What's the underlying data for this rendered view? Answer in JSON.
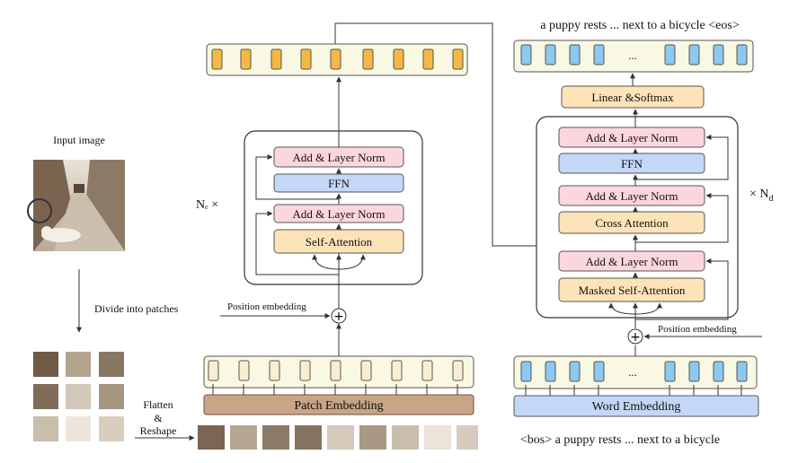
{
  "input_image_label": "Input image",
  "divide_label": "Divide into patches",
  "flatten_label_1": "Flatten",
  "flatten_label_2": "&",
  "flatten_label_3": "Reshape",
  "patch_embedding_label": "Patch Embedding",
  "position_embedding_left": "Position embedding",
  "position_embedding_right": "Position embedding",
  "encoder": {
    "repeat_label": "Nₑ ×",
    "add_norm_top": "Add & Layer Norm",
    "ffn": "FFN",
    "add_norm_bottom": "Add & Layer Norm",
    "self_attention": "Self-Attention"
  },
  "decoder": {
    "repeat_label": "× N",
    "repeat_sub": "d",
    "add_norm_1": "Add & Layer Norm",
    "ffn": "FFN",
    "add_norm_2": "Add & Layer Norm",
    "cross_attention": "Cross Attention",
    "add_norm_3": "Add & Layer Norm",
    "masked_self_attention": "Masked Self-Attention"
  },
  "linear_softmax": "Linear &Softmax",
  "word_embedding": "Word Embedding",
  "output_sentence": "a puppy rests ... next to a bicycle <eos>",
  "input_sentence": "<bos> a puppy rests ... next to a bicycle",
  "ellipsis_top": "...",
  "ellipsis_bottom": "...",
  "colors": {
    "orange_token": "#f6b844",
    "blue_token": "#8cc8ef",
    "cream_token": "#fbeed0",
    "strip_fill": "#f9f8e3",
    "pink_box": "#fcd6de",
    "blue_box": "#c5d7f7",
    "orange_box": "#fde3b8",
    "patch_embedding_fill": "#c8a586",
    "word_embedding_fill": "#c5d7f7"
  }
}
